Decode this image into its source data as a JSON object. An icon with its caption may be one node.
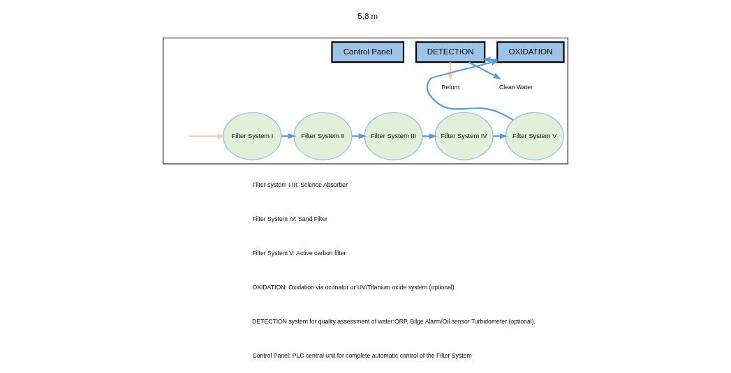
{
  "diagram": {
    "nodes": [
      {
        "text": [],
        "shape": "box"
      },
      {
        "text": [
          "Control Panel"
        ],
        "in": 0
      },
      {
        "text": [
          "DETECTION"
        ],
        "in": 0
      },
      {
        "text": [
          "OXIDATION"
        ],
        "in": 0
      },
      {
        "text": [
          "Return"
        ],
        "in": 0
      },
      {
        "text": [
          "Clean Water"
        ],
        "in": 0
      },
      {
        "text": [
          "Filter System I"
        ],
        "in": 0
      },
      {
        "text": [
          "Filter System II"
        ],
        "in": 0
      },
      {
        "text": [
          "Filter System III"
        ],
        "in": 0
      },
      {
        "text": [
          "Filter System IV"
        ],
        "in": 0
      },
      {
        "text": [
          "Filter System V"
        ],
        "in": 0
      }
    ],
    "edges": [
      {
        "from": null,
        "to": 6,
        "arrow": "to",
        "color": "#f8cbad"
      },
      {
        "from": 6,
        "to": 7,
        "arrow": "to"
      },
      {
        "from": 7,
        "to": 8,
        "arrow": "to"
      },
      {
        "from": 8,
        "to": 9,
        "arrow": "to"
      },
      {
        "from": 9,
        "to": 10,
        "arrow": "to"
      },
      {
        "from": 10,
        "to": 3,
        "arrow": "to"
      },
      {
        "from": 3,
        "to": 2,
        "arrow": "to"
      },
      {
        "from": 2,
        "to": 4,
        "arrow": "to",
        "color": "#f8cbad"
      },
      {
        "from": 2,
        "to": 5,
        "arrow": "to"
      }
    ],
    "labels": [
      "5,8 m",
      "Filter system I-III: Science Absorber",
      "Filter System IV: Sand Filter",
      "Filter System V: Active carbon filter",
      "OXIDATION: Oxidation via ozonator or UV/Titanium oxide system (optional)",
      "DETECTION system for quality assessment of water:ORP, Bilge Alarm/Oil sensor Turbidometer (optional).",
      "Control Panel: PLC central unit for complete automatic control of the Filter System"
    ]
  }
}
